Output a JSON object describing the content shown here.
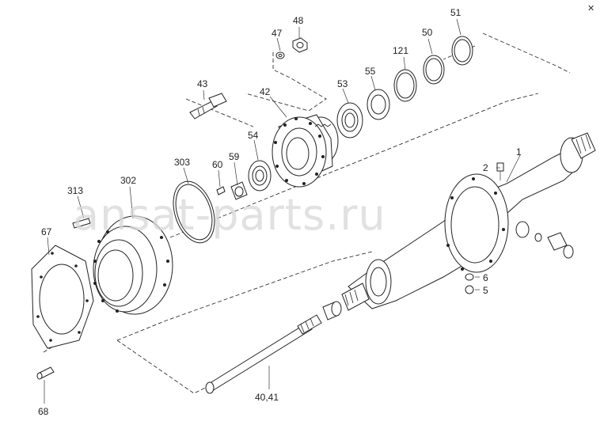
{
  "watermark": "ansat-parts.ru",
  "corner_mark": "✕",
  "labels": {
    "p1": "1",
    "p2": "2",
    "p5": "5",
    "p6": "6",
    "p40": "40,41",
    "p42": "42",
    "p43": "43",
    "p47": "47",
    "p48": "48",
    "p50": "50",
    "p51": "51",
    "p53": "53",
    "p54": "54",
    "p55": "55",
    "p59": "59",
    "p60": "60",
    "p67": "67",
    "p68": "68",
    "p121": "121",
    "p302": "302",
    "p303": "303",
    "p313": "313"
  }
}
